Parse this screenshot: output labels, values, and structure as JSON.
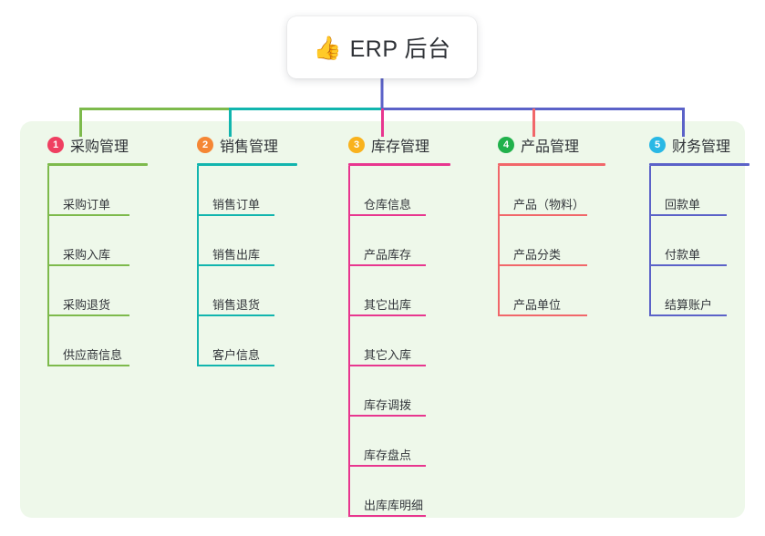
{
  "diagram": {
    "type": "mindmap-tree",
    "root": {
      "icon": "thumbs-up-icon",
      "emoji": "👍",
      "title": "ERP 后台"
    },
    "panel_color": "#eef8ea",
    "branches": [
      {
        "number": "1",
        "title": "采购管理",
        "badge_color": "#ef3f61",
        "line_color": "#7dba4c",
        "items": [
          "采购订单",
          "采购入库",
          "采购退货",
          "供应商信息"
        ]
      },
      {
        "number": "2",
        "title": "销售管理",
        "badge_color": "#f58634",
        "line_color": "#11b5ae",
        "items": [
          "销售订单",
          "销售出库",
          "销售退货",
          "客户信息"
        ]
      },
      {
        "number": "3",
        "title": "库存管理",
        "badge_color": "#f9b21d",
        "line_color": "#e8368f",
        "items": [
          "仓库信息",
          "产品库存",
          "其它出库",
          "其它入库",
          "库存调拨",
          "库存盘点",
          "出库库明细"
        ]
      },
      {
        "number": "4",
        "title": "产品管理",
        "badge_color": "#21b14b",
        "line_color": "#f1676a",
        "items": [
          "产品（物料）",
          "产品分类",
          "产品单位"
        ]
      },
      {
        "number": "5",
        "title": "财务管理",
        "badge_color": "#29b8e5",
        "line_color": "#5b62c8",
        "items": [
          "回款单",
          "付款单",
          "结算账户"
        ]
      }
    ]
  }
}
